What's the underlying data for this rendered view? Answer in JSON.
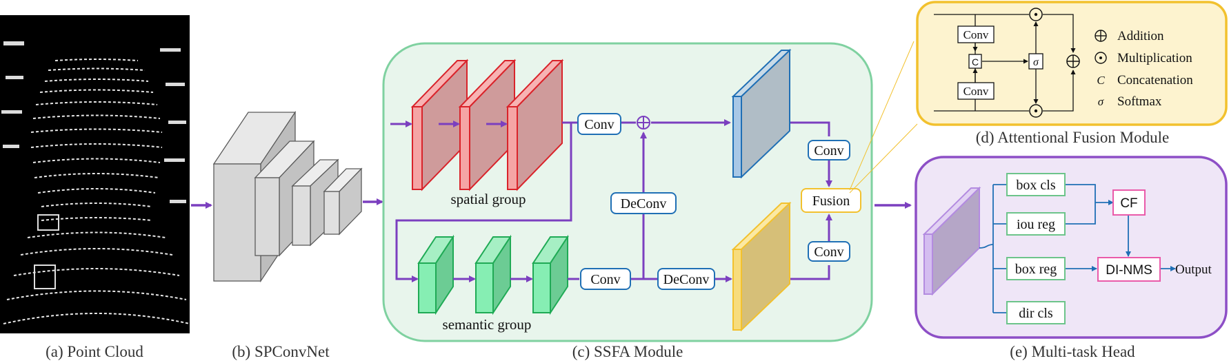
{
  "captions": {
    "point_cloud": "(a) Point Cloud",
    "spconvnet": "(b) SPConvNet",
    "ssfa": "(c) SSFA Module",
    "afm": "(d) Attentional Fusion Module",
    "head": "(e) Multi-task Head"
  },
  "ssfa": {
    "spatial_label": "spatial group",
    "semantic_label": "semantic group",
    "conv_top": "Conv",
    "deconv_mid": "DeConv",
    "conv_bottom": "Conv",
    "deconv_bottom": "DeConv",
    "conv_right_top": "Conv",
    "conv_right_bottom": "Conv",
    "fusion": "Fusion",
    "add_symbol": "⊕"
  },
  "afm": {
    "conv_top": "Conv",
    "conv_bottom": "Conv",
    "concat": "C",
    "sigma": "σ",
    "legend": [
      {
        "symbol": "⊕",
        "text": "Addition"
      },
      {
        "symbol": "⊙",
        "text": "Multiplication"
      },
      {
        "symbol": "C",
        "text": "Concatenation"
      },
      {
        "symbol": "σ",
        "text": "Softmax"
      }
    ]
  },
  "head": {
    "box_cls": "box cls",
    "iou_reg": "iou reg",
    "box_reg": "box reg",
    "dir_cls": "dir cls",
    "cf": "CF",
    "dinms": "DI-NMS",
    "output": "Output"
  },
  "colors": {
    "arrow_purple": "#7b3fbf",
    "ssfa_bg": "#e8f5ec",
    "ssfa_border": "#7fd1a0",
    "afm_bg": "#fdf3cf",
    "afm_border": "#f2c12e",
    "head_bg": "#efe6f7",
    "head_border": "#8d4fc6",
    "box_blue": "#1f6fb5",
    "pink": "#ea5aa9"
  }
}
